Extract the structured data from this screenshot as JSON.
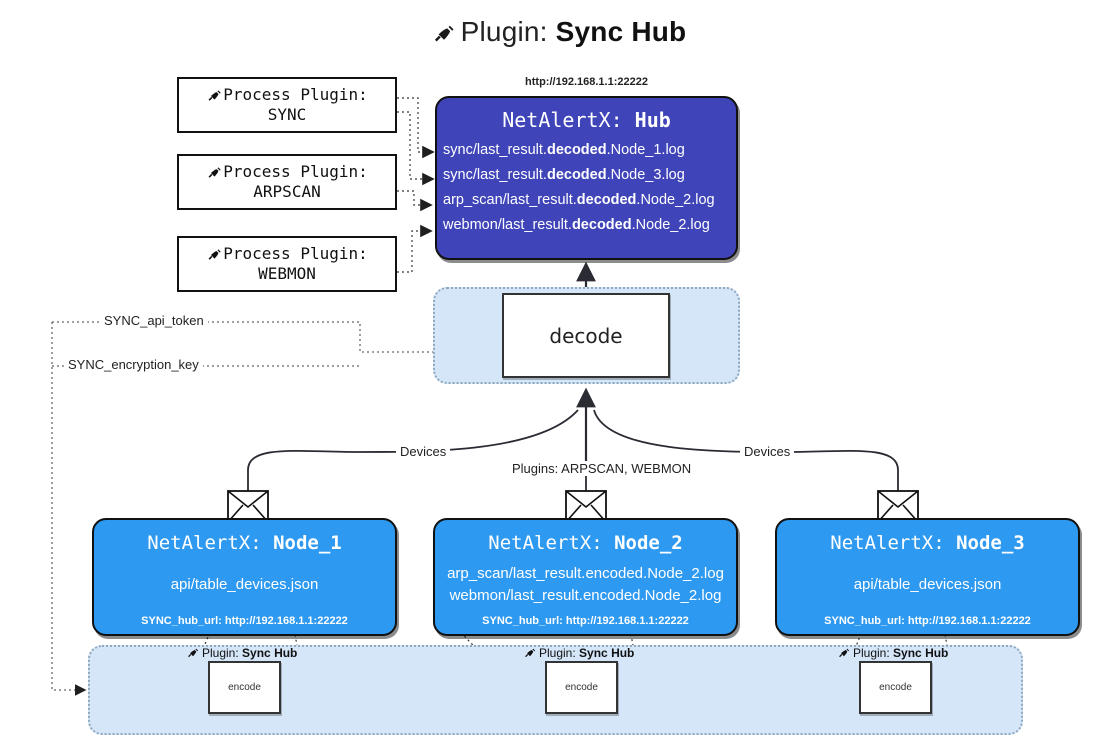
{
  "header": {
    "icon": "plug-icon",
    "prefix": "Plugin:",
    "name": "Sync Hub"
  },
  "process_plugins": [
    {
      "icon": "plug-icon",
      "line1": "Process Plugin:",
      "line2": "SYNC"
    },
    {
      "icon": "plug-icon",
      "line1": "Process Plugin:",
      "line2": "ARPSCAN"
    },
    {
      "icon": "plug-icon",
      "line1": "Process Plugin:",
      "line2": "WEBMON"
    }
  ],
  "hub": {
    "url": "http://192.168.1.1:22222",
    "title_prefix": "NetAlertX:",
    "title_name": "Hub",
    "lines": [
      {
        "pre": "sync/last_result.",
        "em": "decoded",
        "post": ".Node_1.log"
      },
      {
        "pre": "sync/last_result.",
        "em": "decoded",
        "post": ".Node_3.log"
      },
      {
        "pre": "arp_scan/last_result.",
        "em": "decoded",
        "post": ".Node_2.log"
      },
      {
        "pre": "webmon/last_result.",
        "em": "decoded",
        "post": ".Node_2.log"
      }
    ],
    "fill_color": "#3f44b8"
  },
  "decode": {
    "label": "decode",
    "container_color": "#d5e6f9"
  },
  "credentials": [
    {
      "label": "SYNC_api_token"
    },
    {
      "label": "SYNC_encryption_key"
    }
  ],
  "edge_labels": {
    "devices_left": "Devices",
    "devices_right": "Devices",
    "plugins_center": "Plugins: ARPSCAN, WEBMON"
  },
  "nodes": [
    {
      "title_prefix": "NetAlertX:",
      "title_name": "Node_1",
      "lines": [
        "api/table_devices.json"
      ],
      "footer": "SYNC_hub_url: http://192.168.1.1:22222",
      "fill_color": "#2e99f0"
    },
    {
      "title_prefix": "NetAlertX:",
      "title_name": "Node_2",
      "lines": [
        "arp_scan/last_result.encoded.Node_2.log",
        "webmon/last_result.encoded.Node_2.log"
      ],
      "footer": "SYNC_hub_url: http://192.168.1.1:22222",
      "fill_color": "#2e99f0"
    },
    {
      "title_prefix": "NetAlertX:",
      "title_name": "Node_3",
      "lines": [
        "api/table_devices.json"
      ],
      "footer": "SYNC_hub_url: http://192.168.1.1:22222",
      "fill_color": "#2e99f0"
    }
  ],
  "encoders": [
    {
      "plugin_prefix": "Plugin:",
      "plugin_name": "Sync Hub",
      "box_label": "encode"
    },
    {
      "plugin_prefix": "Plugin:",
      "plugin_name": "Sync Hub",
      "box_label": "encode"
    },
    {
      "plugin_prefix": "Plugin:",
      "plugin_name": "Sync Hub",
      "box_label": "encode"
    }
  ]
}
